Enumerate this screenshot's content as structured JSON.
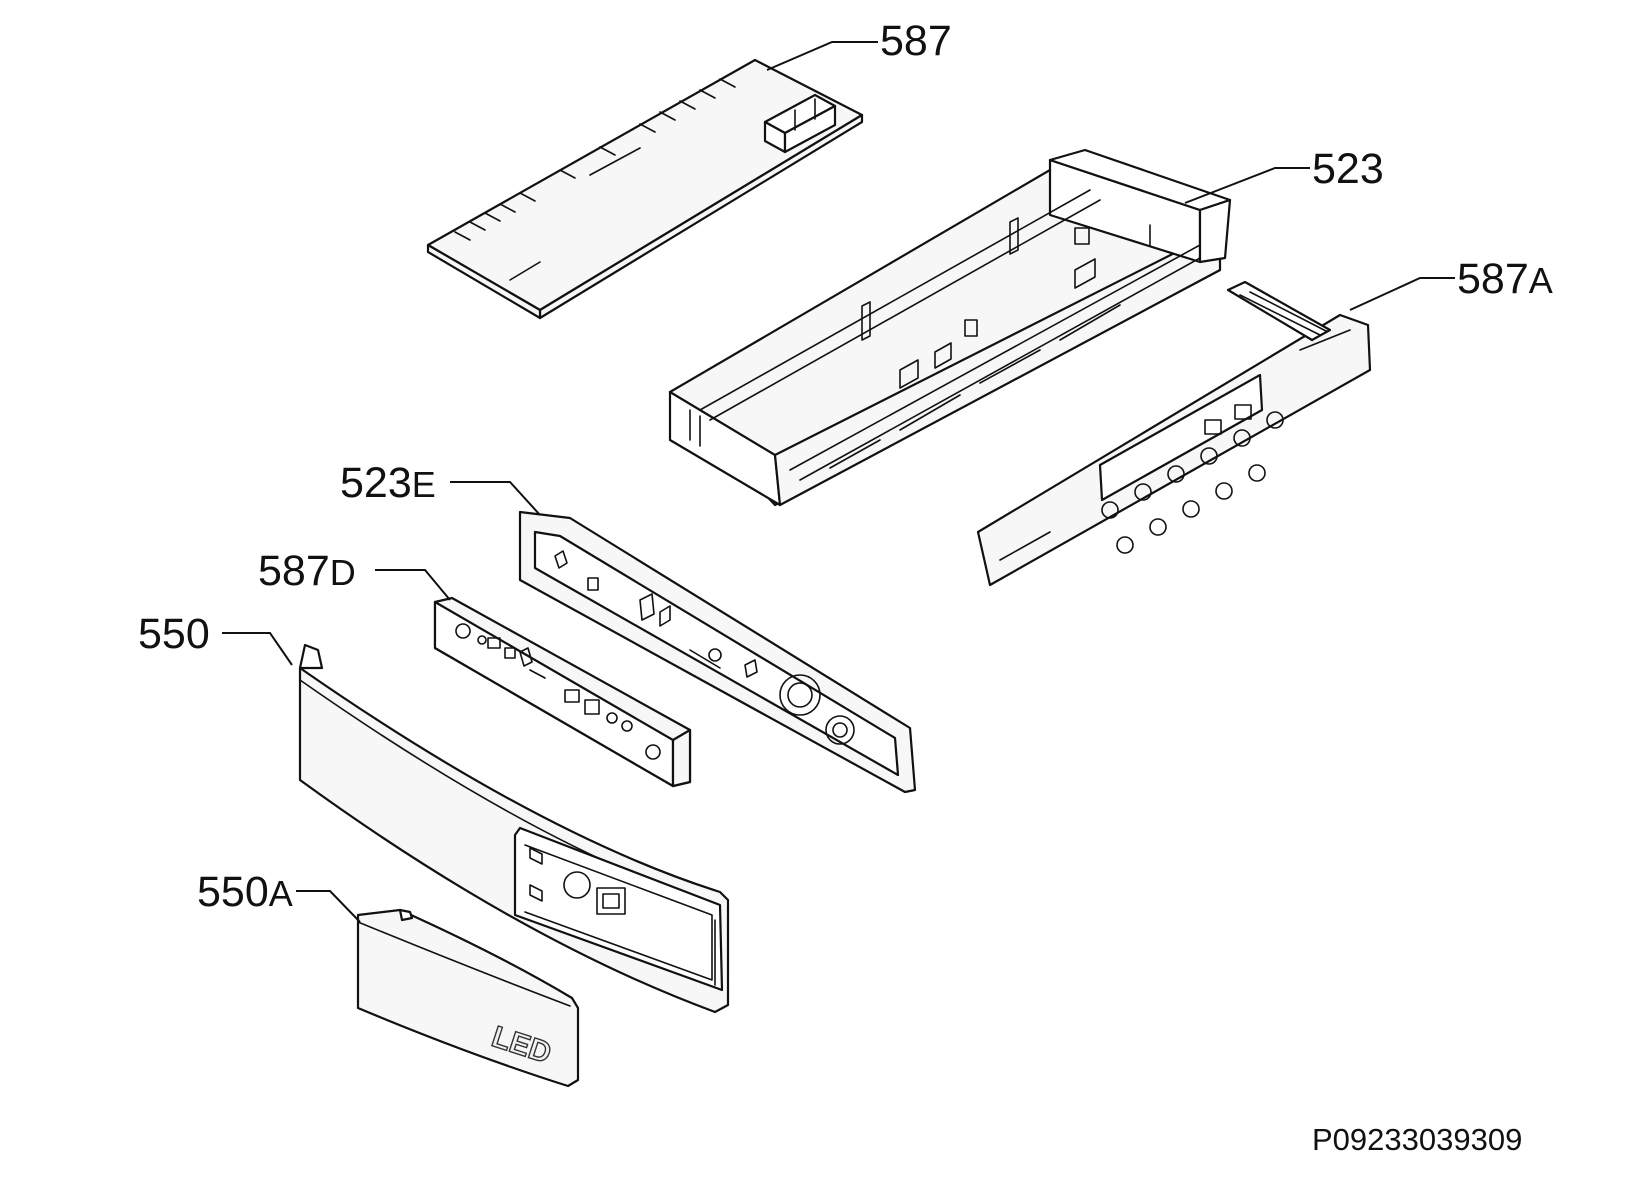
{
  "diagram": {
    "callouts": {
      "p587": {
        "number": "587",
        "suffix": ""
      },
      "p523": {
        "number": "523",
        "suffix": ""
      },
      "p587a": {
        "number": "587",
        "suffix": "A"
      },
      "p523e": {
        "number": "523",
        "suffix": "E"
      },
      "p587d": {
        "number": "587",
        "suffix": "D"
      },
      "p550": {
        "number": "550",
        "suffix": ""
      },
      "p550a": {
        "number": "550",
        "suffix": "A"
      }
    },
    "embossed_text": "LED",
    "drawing_code": "P09233039309"
  }
}
